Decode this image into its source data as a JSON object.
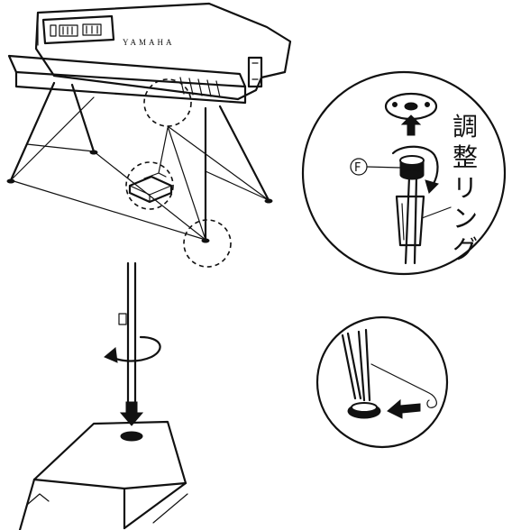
{
  "piano": {
    "brand_text": "YAMAHA"
  },
  "callout_adjust_ring": {
    "marker_letter": "F",
    "label_line1": "調",
    "label_line2": "整",
    "label_line3": "リ",
    "label_line4": "ン",
    "label_line5": "グ"
  }
}
